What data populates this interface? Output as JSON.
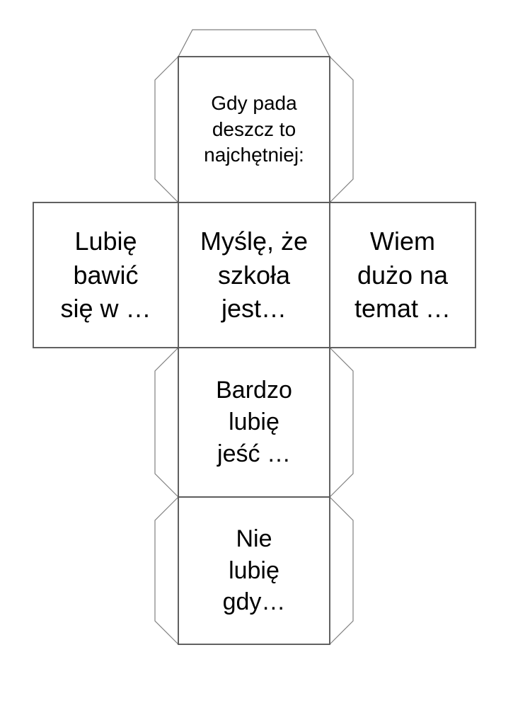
{
  "document": {
    "title": "Kostka z pytaniami",
    "type": "cube-net-template",
    "page_background": "#ffffff",
    "line_color_strong": "#595959",
    "line_color_light": "#808080",
    "text_color": "#000000"
  },
  "net": {
    "shape": "cube-net-cross",
    "faces_count": 6,
    "faces": [
      {
        "id": "face-top",
        "position": "top",
        "text": "Gdy pada\ndeszcz to\nnajchętniej:"
      },
      {
        "id": "face-mid-left",
        "position": "middle-left",
        "text": "Lubię\nbawić\nsię w …"
      },
      {
        "id": "face-mid-center",
        "position": "middle-center",
        "text": "Myślę, że\nszkoła\njest…"
      },
      {
        "id": "face-mid-right",
        "position": "middle-right",
        "text": "Wiem\ndużo na\ntemat …"
      },
      {
        "id": "face-lower",
        "position": "lower-center",
        "text": "Bardzo\nlubię\njeść …"
      },
      {
        "id": "face-bottom",
        "position": "bottom-center",
        "text": "Nie\nlubię\ngdy…"
      }
    ]
  }
}
